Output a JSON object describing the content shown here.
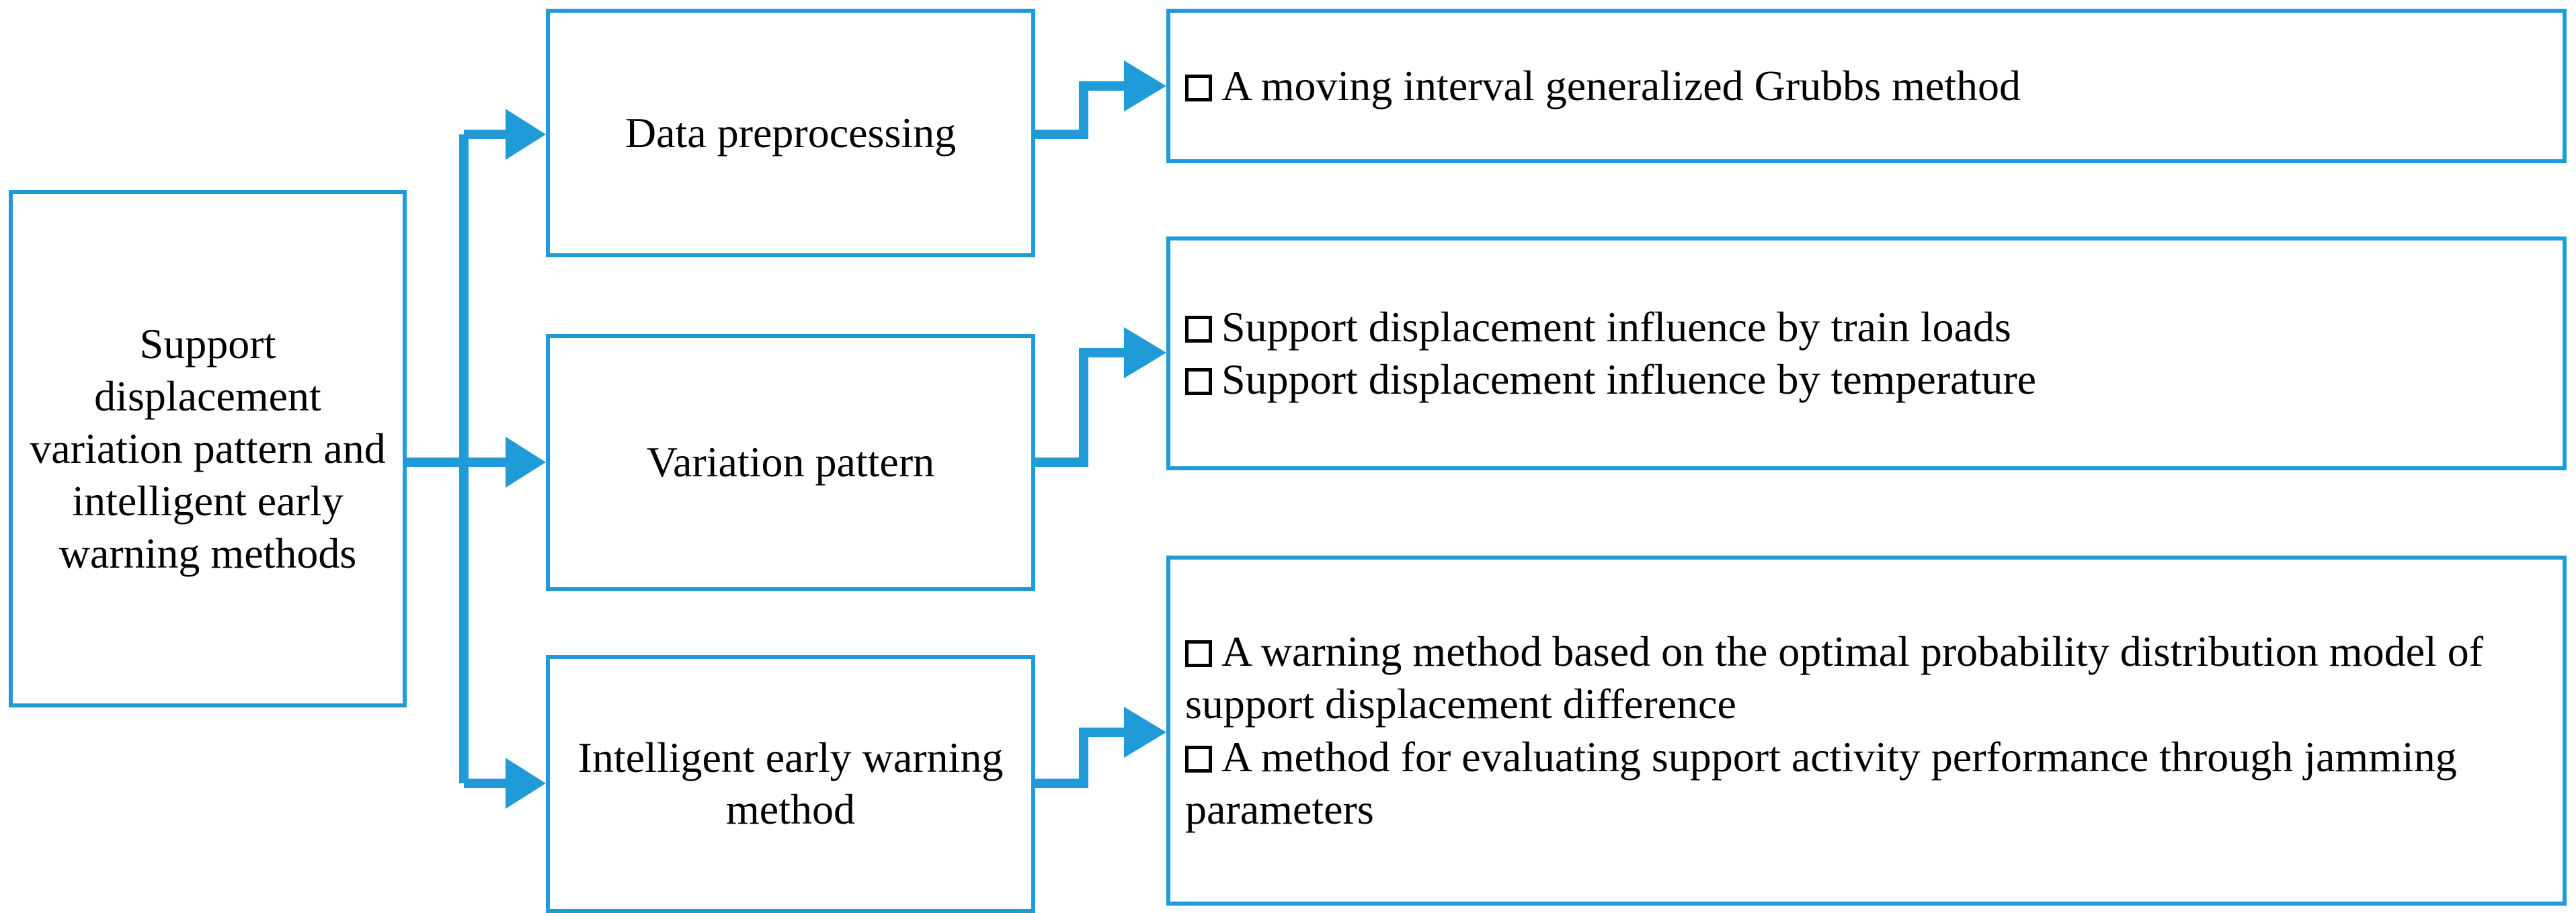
{
  "diagram": {
    "type": "flowchart",
    "accent_color": "#1f9bd8",
    "text_color": "#000000",
    "background": "#ffffff",
    "checkbox_glyph": "empty-square",
    "root": {
      "label": "Support displacement variation pattern and intelligent early warning methods"
    },
    "branches": [
      {
        "stage_label": "Data preprocessing",
        "items": [
          "A moving interval generalized Grubbs method"
        ]
      },
      {
        "stage_label": "Variation pattern",
        "items": [
          "Support displacement influence by train loads",
          "Support displacement influence by temperature"
        ]
      },
      {
        "stage_label": "Intelligent early warning method",
        "items": [
          "A warning method based on the optimal probability distribution model of support displacement difference",
          "A method for evaluating support activity performance through jamming parameters"
        ]
      }
    ]
  }
}
